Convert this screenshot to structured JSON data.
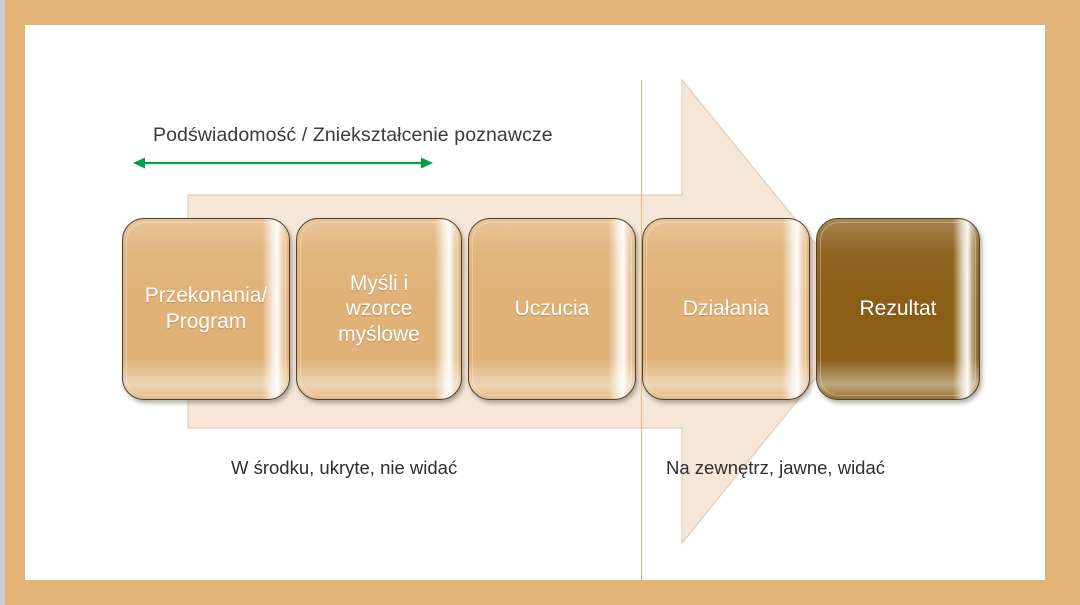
{
  "slide": {
    "title_text": "Podświadomość / Zniekształcenie poznawcze",
    "frame_color": "#e3b277",
    "background_color": "#ffffff"
  },
  "measure_arrow": {
    "name": "double-headed-arrow",
    "color": "#00a04a",
    "direction": "bidirectional"
  },
  "divider": {
    "color": "#e0b583"
  },
  "background_arrow": {
    "fill": "#f6e6d8",
    "stroke": "#e8cdb0",
    "direction": "right"
  },
  "steps": [
    {
      "label": "Przekonania/\nProgram",
      "line1": "Przekonania/",
      "line2": "Program",
      "fill": "#e0b278",
      "text_color": "#ffffff"
    },
    {
      "label": "Myśli i\nwzorce\nmyślowe",
      "line1": "Myśli i",
      "line2": "wzorce",
      "line3": "myślowe",
      "fill": "#e0b278",
      "text_color": "#ffffff"
    },
    {
      "label": "Uczucia",
      "line1": "Uczucia",
      "fill": "#e0b278",
      "text_color": "#ffffff"
    },
    {
      "label": "Działania",
      "line1": "Działania",
      "fill": "#e0b278",
      "text_color": "#ffffff"
    },
    {
      "label": "Rezultat",
      "line1": "Rezultat",
      "fill": "#8b5e17",
      "text_color": "#ffffff"
    }
  ],
  "captions": {
    "inside": "W środku, ukryte, nie widać",
    "outside": "Na zewnętrz, jawne, widać"
  }
}
